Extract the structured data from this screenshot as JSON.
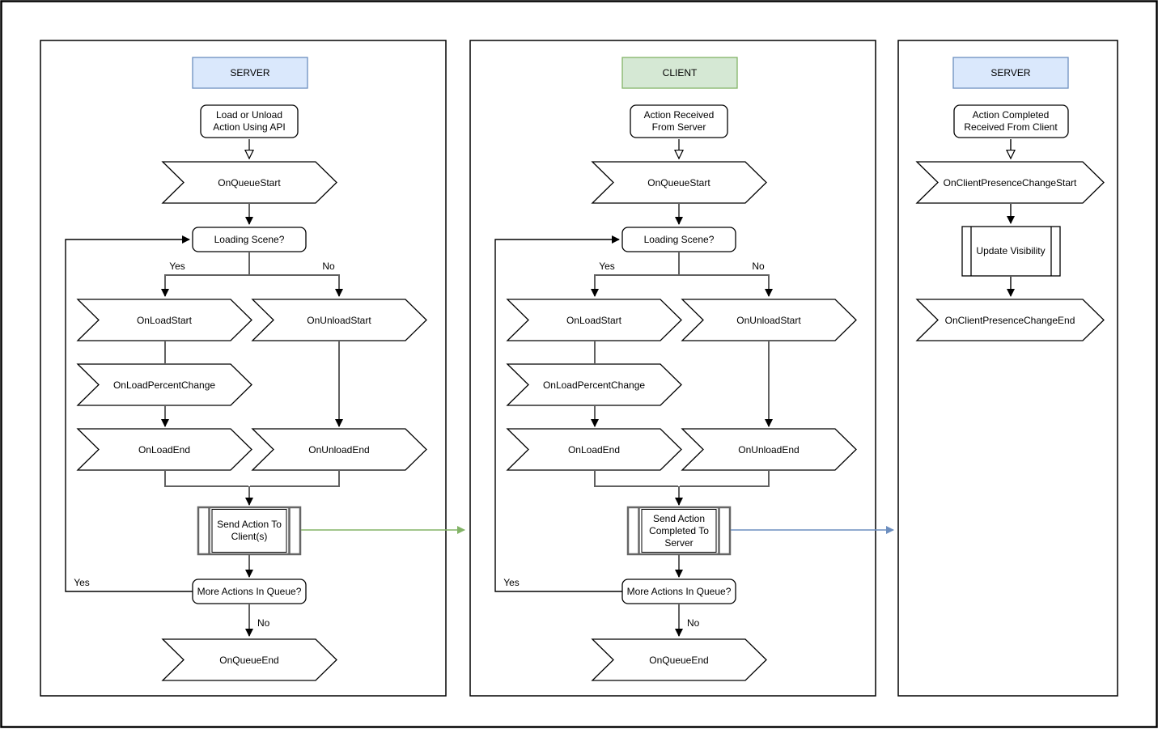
{
  "colors": {
    "server_header_fill": "#dae8fc",
    "server_header_stroke": "#6c8ebf",
    "client_header_fill": "#d5e8d4",
    "client_header_stroke": "#82b366",
    "server_to_client_arrow": "#82b366",
    "client_to_server_arrow": "#6c8ebf"
  },
  "panels": [
    {
      "title": "SERVER",
      "start_line1": "Load or Unload",
      "start_line2": "Action Using API",
      "on_queue_start": "OnQueueStart",
      "loading_scene": "Loading Scene?",
      "branch_yes": "Yes",
      "branch_no": "No",
      "on_load_start": "OnLoadStart",
      "on_unload_start": "OnUnloadStart",
      "on_load_percent_change": "OnLoadPercentChange",
      "on_load_end": "OnLoadEnd",
      "on_unload_end": "OnUnloadEnd",
      "send_line1": "Send Action To",
      "send_line2": "Client(s)",
      "more_actions": "More Actions In Queue?",
      "loop_yes": "Yes",
      "queue_no": "No",
      "on_queue_end": "OnQueueEnd"
    },
    {
      "title": "CLIENT",
      "start_line1": "Action Received",
      "start_line2": "From Server",
      "on_queue_start": "OnQueueStart",
      "loading_scene": "Loading Scene?",
      "branch_yes": "Yes",
      "branch_no": "No",
      "on_load_start": "OnLoadStart",
      "on_unload_start": "OnUnloadStart",
      "on_load_percent_change": "OnLoadPercentChange",
      "on_load_end": "OnLoadEnd",
      "on_unload_end": "OnUnloadEnd",
      "send_line1": "Send Action",
      "send_line2": "Completed To",
      "send_line3": "Server",
      "more_actions": "More Actions In Queue?",
      "loop_yes": "Yes",
      "queue_no": "No",
      "on_queue_end": "OnQueueEnd"
    },
    {
      "title": "SERVER",
      "start_line1": "Action Completed",
      "start_line2": "Received From Client",
      "on_change_start": "OnClientPresenceChangeStart",
      "update_visibility": "Update Visibility",
      "on_change_end": "OnClientPresenceChangeEnd"
    }
  ]
}
